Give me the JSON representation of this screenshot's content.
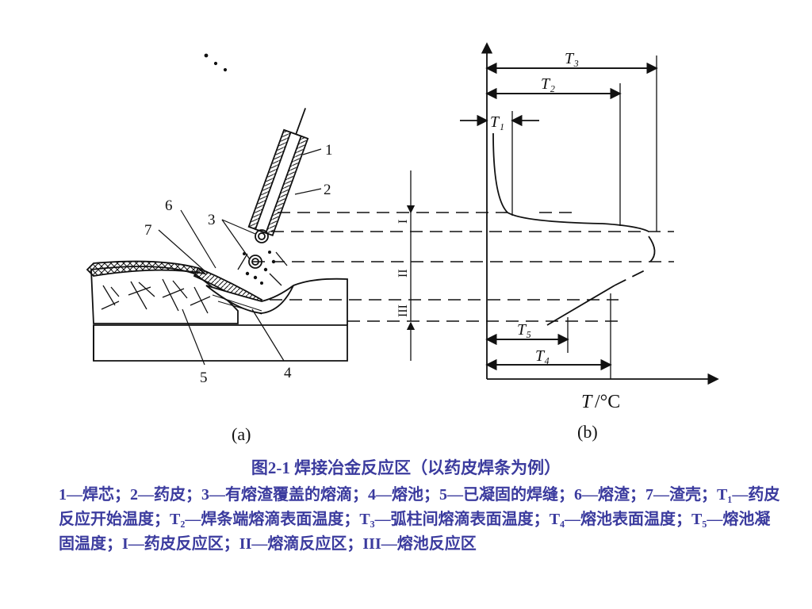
{
  "diagram": {
    "a": {
      "panel_label": "(a)",
      "callouts": [
        "1",
        "2",
        "3",
        "4",
        "5",
        "6",
        "7"
      ],
      "zones": [
        "I",
        "II",
        "III"
      ]
    },
    "b": {
      "panel_label": "(b)",
      "axis_label": "T",
      "axis_unit": "/°C",
      "temps": [
        "T₁",
        "T₂",
        "T₃",
        "T₄",
        "T₅"
      ]
    }
  },
  "caption": {
    "title": "图2-1   焊接冶金反应区（以药皮焊条为例）",
    "segments": [
      "1—焊芯；",
      "2—药皮；",
      "3—有熔渣覆盖的熔滴；",
      "4—熔池；",
      "5—已凝固的焊缝；",
      "6—熔渣；",
      "7—渣壳；",
      "T₁—药皮反应开始温度；",
      "T₂—焊条端熔滴表面温度；",
      "T₃—弧柱间熔滴表面温度；",
      "T₄—熔池表面温度；",
      "T₅—熔池凝固温度；",
      "I—药皮反应区；",
      "II—熔滴反应区；",
      "III—熔池反应区"
    ]
  },
  "colors": {
    "caption": "#3b3b9e",
    "ink": "#111111"
  }
}
